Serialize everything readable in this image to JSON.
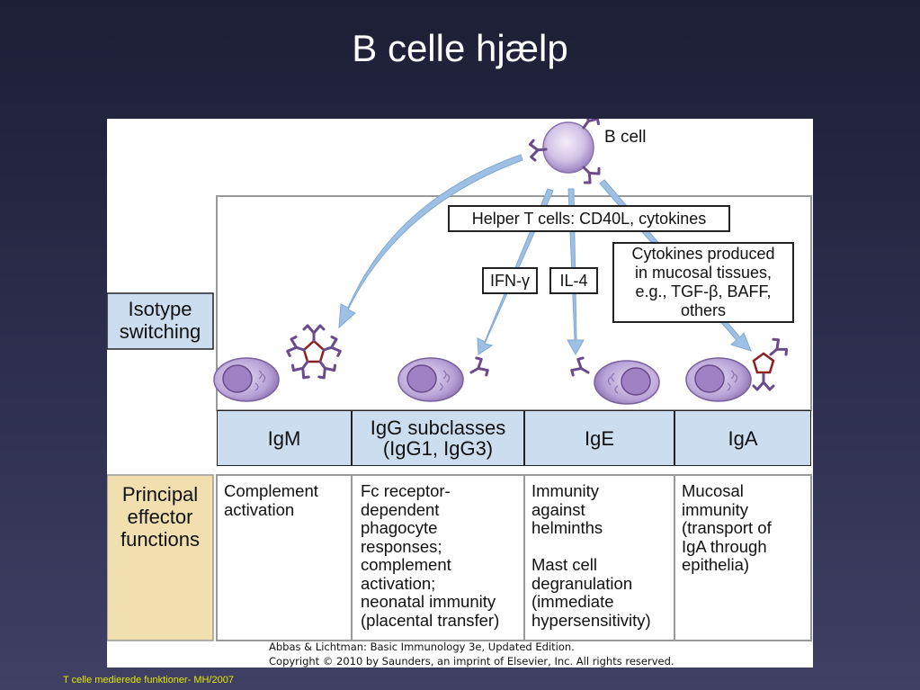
{
  "slide": {
    "title": "B celle hjælp",
    "footer": "T celle medierede funktioner- MH/2007"
  },
  "diagram": {
    "b_cell_label": "B cell",
    "helper_box": "Helper T cells: CD40L, cytokines",
    "ifn_label": "IFN-γ",
    "il4_label": "IL-4",
    "mucosal_cytokines": "Cytokines produced\nin mucosal tissues,\ne.g., TGF-β, BAFF,\nothers",
    "isotype_switching_label": "Isotype\nswitching",
    "effector_label": "Principal\neffector\nfunctions",
    "isotypes": [
      {
        "name": "IgM",
        "function": "Complement\nactivation"
      },
      {
        "name": "IgG subclasses\n(IgG1, IgG3)",
        "function": "Fc receptor-\ndependent\nphagocyte\nresponses;\ncomplement\nactivation;\nneonatal immunity\n(placental transfer)"
      },
      {
        "name": "IgE",
        "function": "Immunity\nagainst\nhelminths\n\nMast cell\ndegranulation\n(immediate\nhypersensitivity)"
      },
      {
        "name": "IgA",
        "function": "Mucosal\nimmunity\n(transport of\nIgA through\nepithelia)"
      }
    ],
    "citation_line1": "Abbas & Lichtman: Basic Immunology 3e, Updated Edition.",
    "citation_line2": "Copyright © 2010 by Saunders, an imprint of Elsevier, Inc. All rights reserved.",
    "colors": {
      "arrow": "#9ec0e4",
      "iso_cell": "#cdddf0",
      "effector_label_bg": "#f2dfb0",
      "cell_body": "#b39ad1",
      "antibody": "#6a4a8a",
      "pentamer": "#8b2020"
    }
  }
}
